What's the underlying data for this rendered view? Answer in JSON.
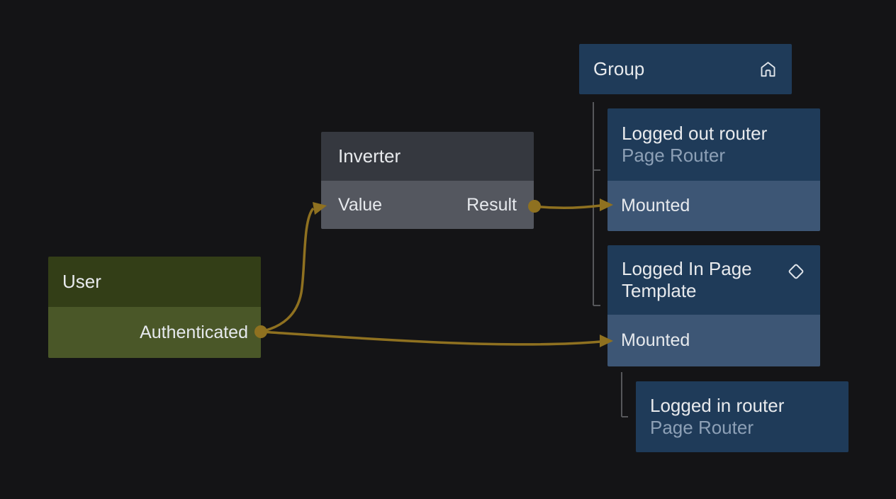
{
  "editor": {
    "kind": "node-graph-canvas"
  },
  "colors": {
    "canvas_bg": "#141416",
    "edge_accent_gold": "#8f7120",
    "tree_connector_gray": "#56575a",
    "blue_node_header": "#1f3b59",
    "blue_node_port_row": "#3d5675",
    "gray_node_header": "#35383f",
    "gray_node_port_row": "#54575f",
    "green_node_header": "#333e17",
    "green_node_port_row": "#4a5728",
    "title_text": "#e8eaed",
    "subtitle_text": "#8da0b6"
  },
  "nodes": {
    "group": {
      "title": "Group",
      "icon": "home-icon"
    },
    "logged_out_router": {
      "title": "Logged out router",
      "subtitle": "Page Router",
      "ports": {
        "mounted": "Mounted"
      }
    },
    "inverter": {
      "title": "Inverter",
      "ports": {
        "value": "Value",
        "result": "Result"
      }
    },
    "user": {
      "title": "User",
      "ports": {
        "authenticated": "Authenticated"
      }
    },
    "logged_in_page_template": {
      "title": "Logged In Page Template",
      "icon": "diamond-icon",
      "ports": {
        "mounted": "Mounted"
      }
    },
    "logged_in_router": {
      "title": "Logged in router",
      "subtitle": "Page Router"
    }
  },
  "edges": [
    {
      "from": "user.authenticated",
      "to": "inverter.value"
    },
    {
      "from": "inverter.result",
      "to": "logged_out_router.mounted"
    },
    {
      "from": "user.authenticated",
      "to": "logged_in_page_template.mounted"
    }
  ],
  "group_links": [
    {
      "parent": "group",
      "children": [
        "logged_out_router",
        "logged_in_page_template"
      ]
    },
    {
      "parent": "logged_in_page_template",
      "children": [
        "logged_in_router"
      ]
    }
  ]
}
